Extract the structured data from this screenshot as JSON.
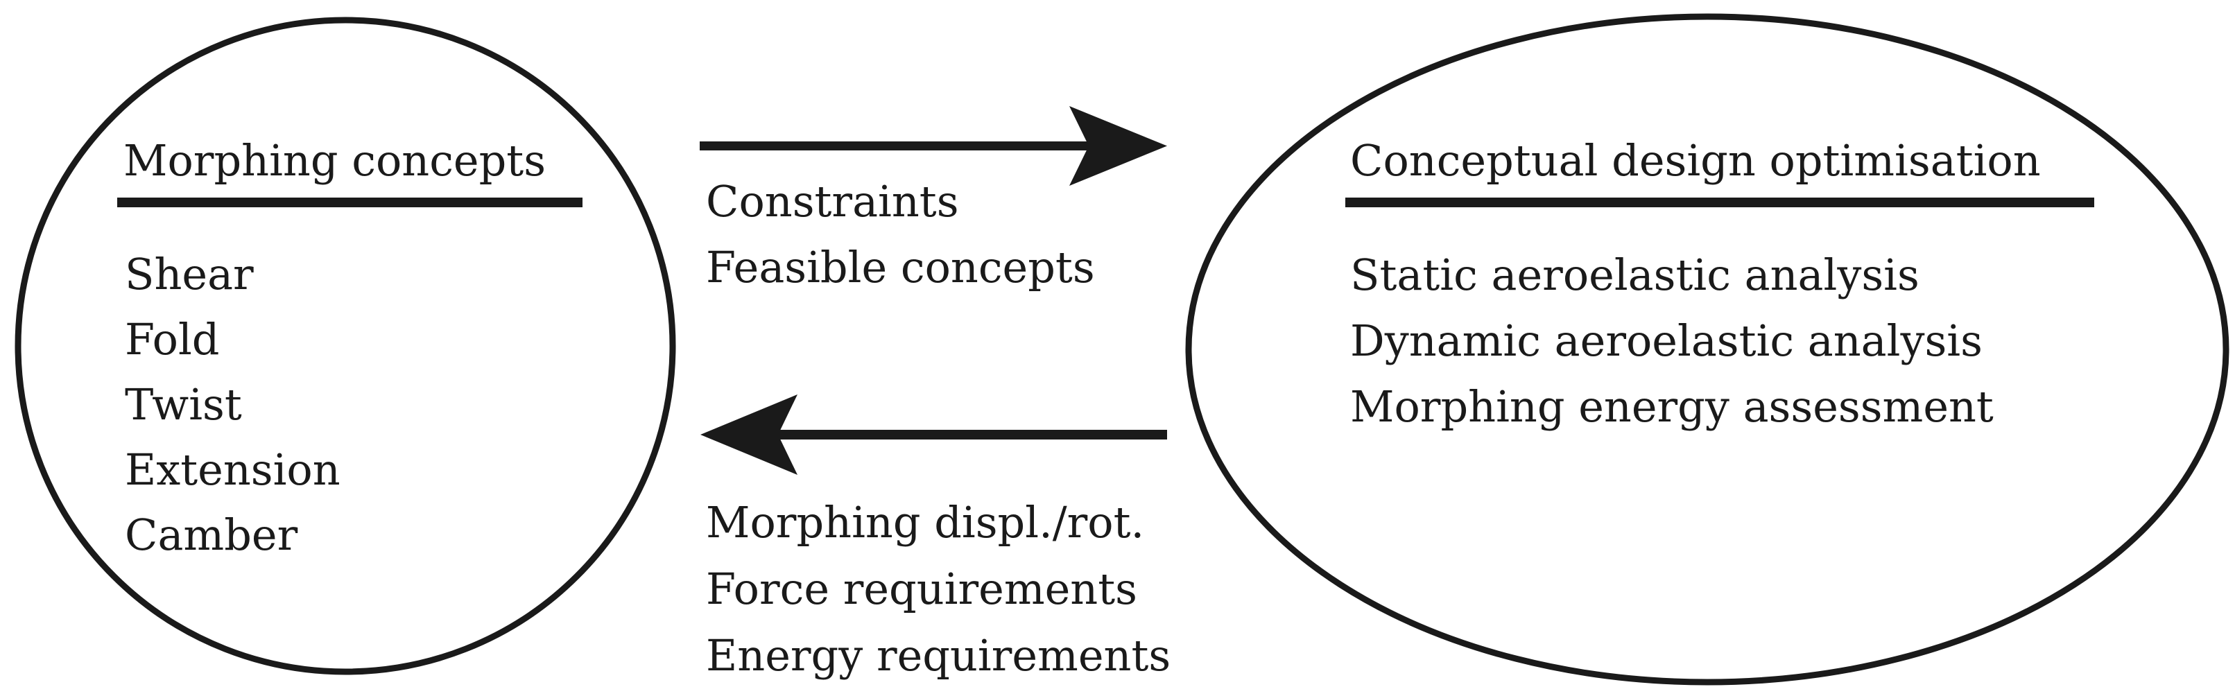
{
  "diagram": {
    "colors": {
      "ink": "#1a1a1a",
      "paper": "#ffffff"
    },
    "left_ellipse": {
      "title": "Morphing concepts",
      "items": [
        "Shear",
        "Fold",
        "Twist",
        "Extension",
        "Camber"
      ]
    },
    "right_ellipse": {
      "title": "Conceptual design optimisation",
      "items": [
        "Static aeroelastic analysis",
        "Dynamic aeroelastic analysis",
        "Morphing energy assessment"
      ]
    },
    "forward_arrow": {
      "direction": "left-to-right",
      "labels": [
        "Constraints",
        "Feasible concepts"
      ]
    },
    "backward_arrow": {
      "direction": "right-to-left",
      "labels": [
        "Morphing displ./rot.",
        "Force requirements",
        "Energy requirements"
      ]
    }
  }
}
